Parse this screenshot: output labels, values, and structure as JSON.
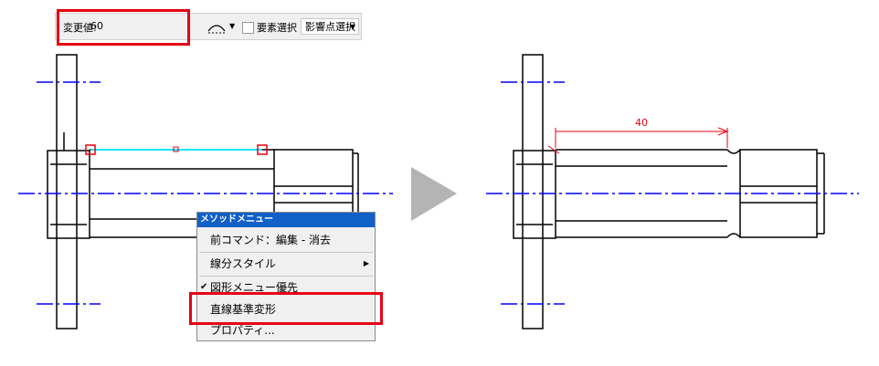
{
  "toolbar": {
    "change_value_label": "変更値:",
    "change_value": "60",
    "element_select_label": "要素選択",
    "influence_select": "影響点選択"
  },
  "context_menu": {
    "title": "メソッドメニュー",
    "items": [
      {
        "label": "前コマンド：編集 - 消去",
        "checked": false,
        "submenu": false
      },
      {
        "label": "線分スタイル",
        "checked": false,
        "submenu": true
      },
      {
        "label": "図形メニュー優先",
        "checked": true,
        "submenu": false
      },
      {
        "label": "直線基準変形",
        "checked": false,
        "submenu": false
      },
      {
        "label": "プロパティ...",
        "checked": false,
        "submenu": false
      }
    ]
  },
  "result": {
    "dimension_label": "40"
  },
  "colors": {
    "highlight": "#e60012",
    "centerline": "#0000ff",
    "selection": "#00e5ff",
    "dimension": "#e60012",
    "arrow": "#b4b4b4",
    "menu_title_bg": "#1060c8"
  },
  "icons": {
    "arc": "arc-style-icon",
    "dropdown": "chevron-down-icon",
    "next": "arrow-right-icon",
    "check": "checkmark-icon",
    "submenu": "chevron-right-icon"
  }
}
